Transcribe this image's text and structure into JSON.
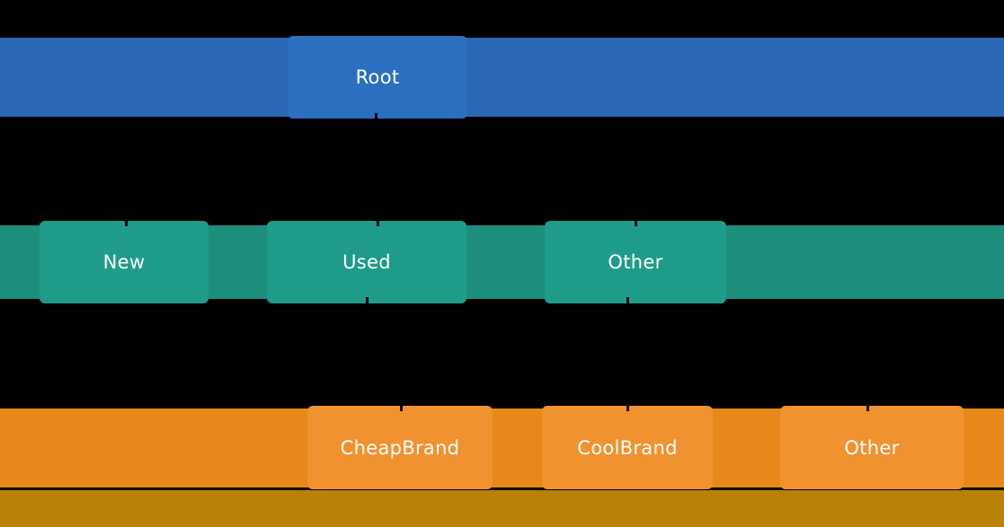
{
  "canvas": {
    "background": "#000000",
    "text_color": "#ffffff"
  },
  "tree": {
    "type": "hierarchy-tree",
    "levels": [
      {
        "depth": 0,
        "band_color": "#2a67b4",
        "node_color": "#2c6fc0",
        "nodes": [
          {
            "label": "Root"
          }
        ]
      },
      {
        "depth": 1,
        "band_color": "#1e8e7c",
        "node_color": "#1f9c89",
        "nodes": [
          {
            "label": "New"
          },
          {
            "label": "Used"
          },
          {
            "label": "Other"
          }
        ]
      },
      {
        "depth": 2,
        "band_color": "#e9881a",
        "node_color": "#f0922f",
        "nodes": [
          {
            "label": "CheapBrand"
          },
          {
            "label": "CoolBrand"
          },
          {
            "label": "Other"
          }
        ]
      },
      {
        "depth": 3,
        "band_color": "#b88004",
        "node_color": null,
        "nodes": []
      }
    ],
    "hierarchy": {
      "Root": {
        "New": {},
        "Used": {
          "CheapBrand": {}
        },
        "Other": {
          "CoolBrand": {},
          "Other": {}
        }
      }
    }
  }
}
